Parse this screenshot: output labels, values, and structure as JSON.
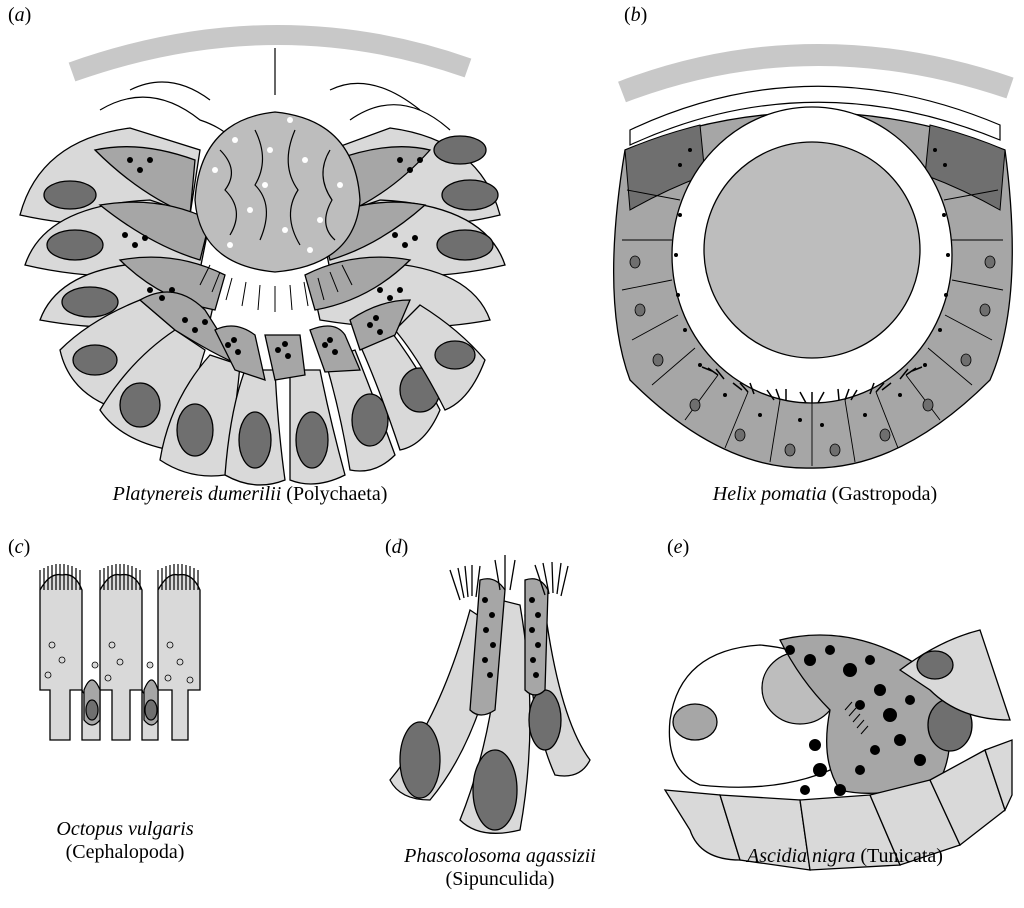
{
  "panels": [
    {
      "label": "a",
      "species": "Platynereis dumerilii",
      "taxon": "Polychaeta"
    },
    {
      "label": "b",
      "species": "Helix pomatia",
      "taxon": "Gastropoda"
    },
    {
      "label": "c",
      "species": "Octopus vulgaris",
      "taxon": "Cephalopoda"
    },
    {
      "label": "d",
      "species": "Phascolosoma agassizii",
      "taxon": "Sipunculida"
    },
    {
      "label": "e",
      "species": "Ascidia nigra",
      "taxon": "Tunicata"
    }
  ],
  "colors": {
    "light_gray": "#d9d9d9",
    "mid_gray": "#a6a6a6",
    "dark_gray": "#6f6f6f",
    "lens_gray": "#bdbdbd",
    "outline": "#000000"
  }
}
